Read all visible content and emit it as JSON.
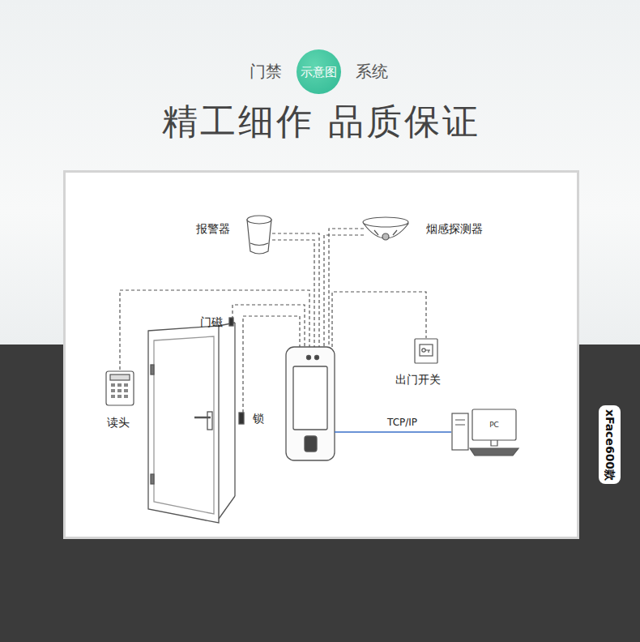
{
  "diagram": {
    "title": "精工细作 品质保证",
    "nodes": [
      {
        "text": [
          "示意图"
        ]
      },
      {
        "text": [
          "报警器"
        ]
      },
      {
        "text": [
          "烟感探测器"
        ]
      },
      {
        "text": [
          "门磁"
        ]
      },
      {
        "text": [
          "读头"
        ]
      },
      {
        "text": [
          "锁"
        ]
      },
      {
        "text": [
          "出门开关"
        ]
      },
      {
        "text": [
          "PC"
        ]
      },
      {
        "text": [
          "xFace600款"
        ]
      }
    ],
    "labels": [
      "门禁",
      "系统",
      "TCP/IP"
    ]
  }
}
